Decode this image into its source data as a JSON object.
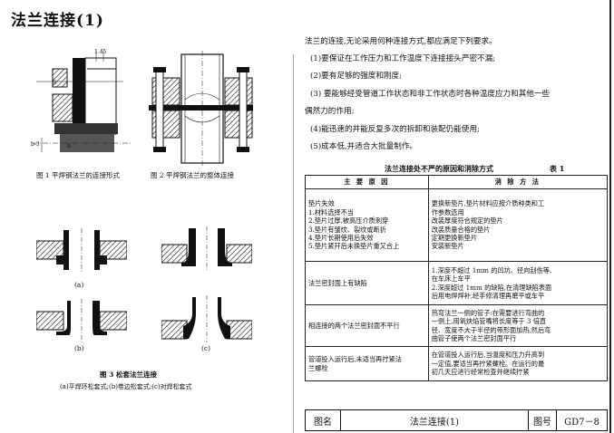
{
  "page_title": "法兰连接(1)",
  "fig1_caption": "图 1   平焊钢法兰的连接形式",
  "fig2_caption": "图 2   平焊钢法兰的整体连接",
  "fig3_caption": "图 3   松套法兰连接",
  "fig3_subcaption": "(a)平焊环松套式;(b)卷边松套式;(c)对焊松套式",
  "fig_labels": {
    "a_left": "(a)",
    "b_left": "(b)",
    "c_right": "(c)"
  },
  "dim_labels": {
    "top": "1.45",
    "s": "S",
    "b1": "b-3",
    "b2": "b"
  },
  "intro": "法兰的连接,无论采用何种连接方式,都应满足下列要求。",
  "requirements": [
    "(1)要保证在工作压力和工作温度下连接接头严密不漏;",
    "(2)要有足够的强度和刚度;",
    "(3) 要能够经受管道工作状态和非工作状态时各种温度应力和其他一些",
    "偶然力的作用;",
    "(4)能迅速的并能反复多次的拆卸和装配仍能使用;",
    "(5)成本低,并适合大批量制作。"
  ],
  "table": {
    "title": "法兰连接处不严的原因和消除方式",
    "number": "表 1",
    "headers": [
      "主 要 原 因",
      "消 除 方 法"
    ],
    "rows": [
      {
        "cause": [
          "垫片失效",
          "1.材料选择不当",
          "2.垫片过厚,被高压介质刺穿",
          "3.垫片有皱纹、裂纹或断折",
          "4.垫片长期使用后失效",
          "5.垫片紧开后未换垫片重又合上"
        ],
        "remedy": [
          "更换新垫片,垫片材料应按介质种类和工",
          "作参数选用",
          "改装厚度符合规定的垫片",
          "改装质量合格的垫片",
          "定期更换新垫片",
          "安装新垫片"
        ]
      },
      {
        "cause": [
          "法兰密封面上有缺陷"
        ],
        "remedy": [
          "1.深度不超过 1mm 的凹坑、径向刮伤等,",
          "在车床上车平",
          "2.深度超过 1mm 的缺陷,在清理缺陷表面",
          "后用电焊焊补,经手修清理再磨平或车平"
        ]
      },
      {
        "cause": [
          "相连接的两个法兰密封面不平行"
        ],
        "remedy": [
          "热弯法兰一侧的管子:在需要进行弯曲的",
          "一侧上,用氧炔焰管嘴将长度等于 3 倍直",
          "径、宽度不大于半径的带形面加热,然后弯",
          "曲管子使两个法兰密封面平行"
        ]
      },
      {
        "cause": [
          "管道投入运行后,未适当再拧紧法",
          "兰螺栓"
        ],
        "remedy": [
          "在管道投入运行后,当温度和压力升高到",
          "一定值,要适当再拧紧螺栓。在运行的最",
          "初几天应进行经常检查并继续拧紧"
        ]
      }
    ]
  },
  "title_block": {
    "label_name": "图名",
    "name": "法兰连接(1)",
    "label_number": "图号",
    "number": "GD7－8"
  }
}
